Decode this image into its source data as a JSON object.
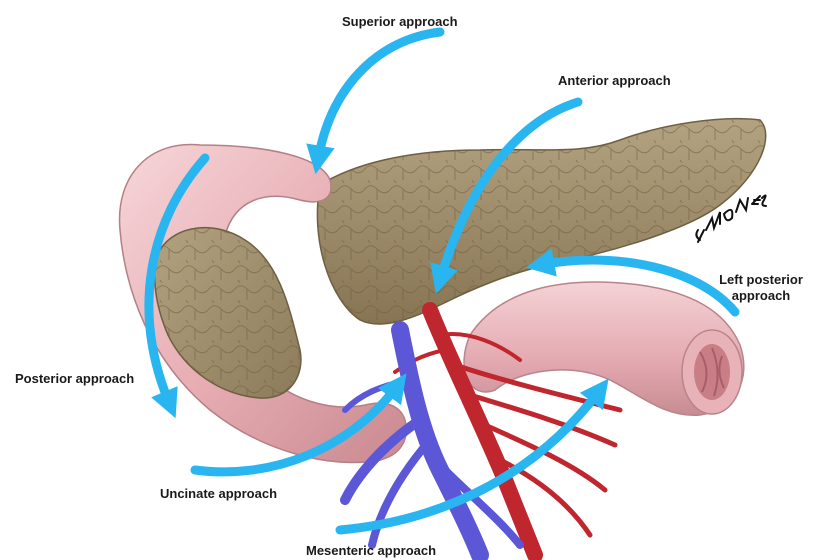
{
  "colors": {
    "arrow": "#29b6f0",
    "pancreas": "#9c8a6a",
    "duodenum": "#e9b8bd",
    "artery": "#c0262d",
    "vein": "#5b57d6"
  },
  "labels": {
    "superior": "Superior approach",
    "anterior": "Anterior approach",
    "left_posterior_line1": "Left posterior",
    "left_posterior_line2": "approach",
    "posterior": "Posterior approach",
    "uncinate": "Uncinate approach",
    "mesenteric": "Mesenteric approach"
  },
  "signature": "JMOMES",
  "icons": {
    "pancreas": "pancreas-illustration",
    "duodenum": "duodenum-illustration",
    "jejunum": "jejunum-illustration",
    "vessels": "mesenteric-vessels-illustration",
    "arrows": "approach-arrow-icon"
  }
}
